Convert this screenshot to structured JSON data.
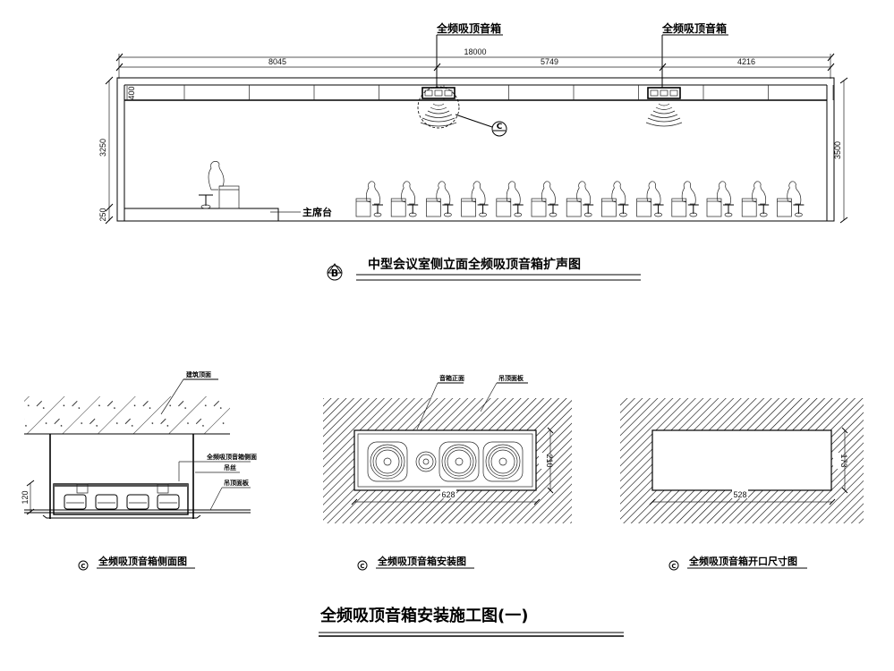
{
  "elevation": {
    "callouts": [
      {
        "label": "全频吸顶音箱"
      },
      {
        "label": "全频吸顶音箱"
      }
    ],
    "dimensions": {
      "overall": "18000",
      "segments": [
        "8045",
        "5749",
        "4216"
      ],
      "ceiling_depth": "400",
      "left_height": "3250",
      "platform_height": "250",
      "right_height": "3500"
    },
    "platform_label": "主席台",
    "detail_ref": "C",
    "seated_count": 13,
    "title": "中型会议室侧立面全频吸顶音箱扩声图",
    "title_marker": "B"
  },
  "details": [
    {
      "marker": "C",
      "title": "全频吸顶音箱侧面图",
      "labels": [
        "建筑顶面",
        "全频吸顶音箱侧面",
        "吊丝",
        "吊顶面板"
      ],
      "dimension": "120"
    },
    {
      "marker": "C",
      "title": "全频吸顶音箱安装图",
      "labels": [
        "音箱正面",
        "吊顶面板"
      ],
      "width_dim": "628",
      "height_dim": "210"
    },
    {
      "marker": "C",
      "title": "全频吸顶音箱开口尺寸图",
      "width_dim": "528",
      "height_dim": "173"
    }
  ],
  "sheet_title": "全频吸顶音箱安装施工图(一)"
}
